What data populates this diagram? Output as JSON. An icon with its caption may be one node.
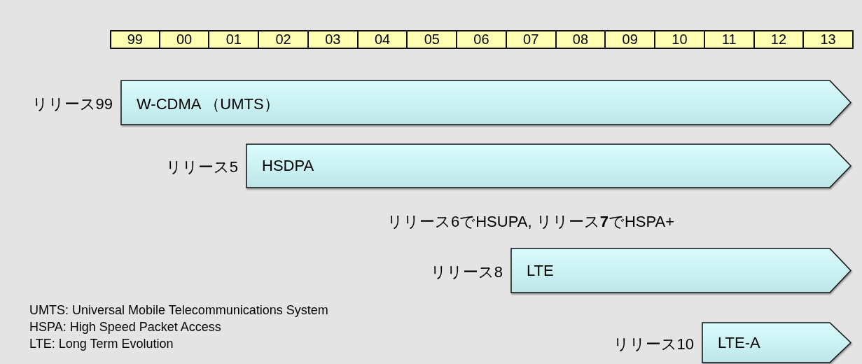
{
  "diagram": {
    "nodes": [
      {
        "text": [
          "W-CDMA （UMTS）"
        ],
        "beside": [
          "リリース99"
        ]
      },
      {
        "text": [
          "HSDPA"
        ],
        "beside": [
          "リリース5"
        ]
      },
      {
        "text": [
          "LTE"
        ],
        "beside": [
          "リリース8"
        ]
      },
      {
        "text": [
          "LTE-A"
        ],
        "beside": [
          "リリース10"
        ]
      }
    ],
    "labels": [
      "99",
      "00",
      "01",
      "02",
      "03",
      "04",
      "05",
      "06",
      "07",
      "08",
      "09",
      "10",
      "11",
      "12",
      "13",
      "リリース6でHSUPA, リリース**7**でHSPA+",
      "UMTS: Universal Mobile Telecommunications System",
      "HSPA: High Speed Packet Access",
      "LTE: Long Term Evolution"
    ]
  }
}
